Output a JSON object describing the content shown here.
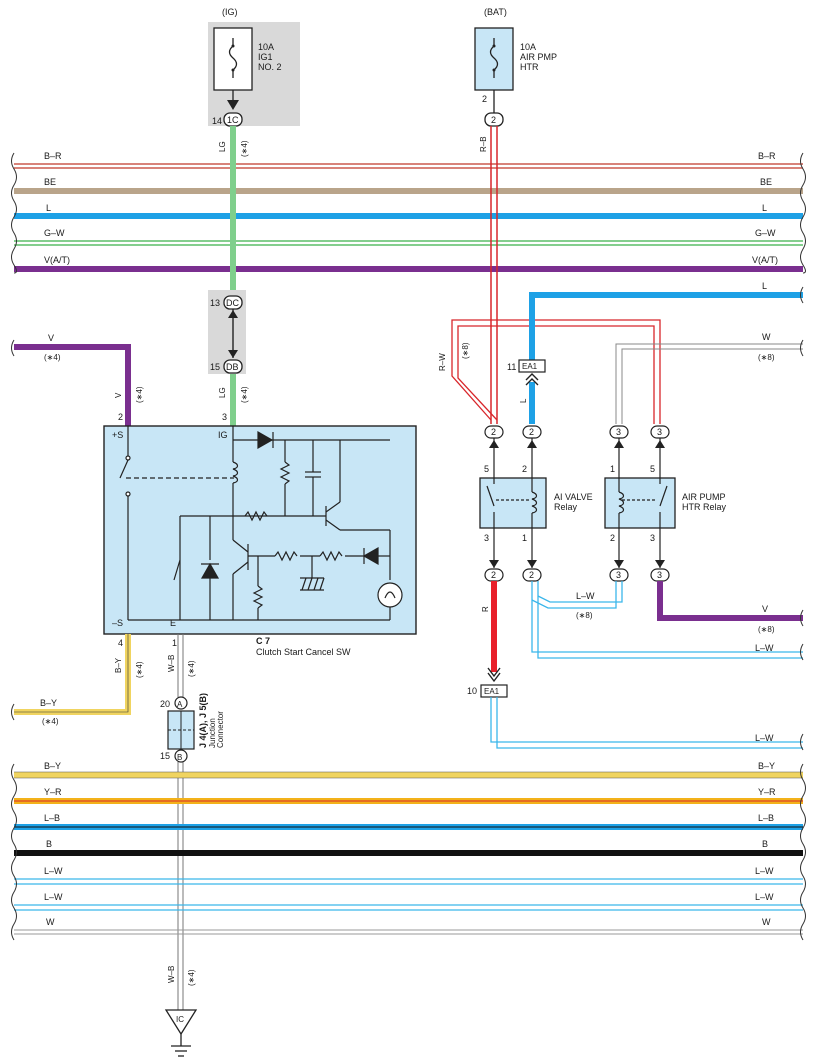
{
  "top_sources": {
    "ig": {
      "header": "(IG)",
      "amp": "10A",
      "name1": "IG1",
      "name2": "NO. 2",
      "pin": "14",
      "conn": "1C"
    },
    "bat": {
      "header": "(BAT)",
      "amp": "10A",
      "name1": "AIR PMP",
      "name2": "HTR",
      "pin": "2",
      "conn": "2"
    }
  },
  "wire_labels": {
    "lg": "LG",
    "rb": "R–B",
    "rw": "R–W",
    "l": "L",
    "w": "W",
    "v": "V",
    "r": "R",
    "lw": "L–W",
    "by": "B–Y",
    "wb": "W–B",
    "star4": "(∗4)",
    "star8": "(∗8)"
  },
  "buses_top": [
    {
      "label": "B–R",
      "color": "#c0392b"
    },
    {
      "label": "BE",
      "color": "#b9a48a"
    },
    {
      "label": "L",
      "color": "#1ea1e6"
    },
    {
      "label": "G–W",
      "color": "#3bb04a"
    },
    {
      "label": "V(A/T)",
      "color": "#7a2f8f"
    }
  ],
  "buses_bottom": [
    {
      "label": "B–Y",
      "color": "#f0d460"
    },
    {
      "label": "Y–R",
      "color": "#f3b21a"
    },
    {
      "label": "L–B",
      "color": "#1ea1e6"
    },
    {
      "label": "B",
      "color": "#111111"
    },
    {
      "label": "L–W",
      "color": "#3bb6ea"
    },
    {
      "label": "L–W",
      "color": "#3bb6ea"
    },
    {
      "label": "W",
      "color": "#9a9a9a"
    }
  ],
  "connectors": {
    "dc": {
      "pin": "13",
      "conn": "DC"
    },
    "db": {
      "pin": "15",
      "conn": "DB"
    },
    "ea1_top": {
      "pin": "11",
      "conn": "EA1"
    },
    "ea1_bottom": {
      "pin": "10",
      "conn": "EA1"
    },
    "j4": {
      "pin": "20",
      "conn": "A"
    },
    "j5": {
      "pin": "15",
      "conn": "B"
    }
  },
  "switch": {
    "id": "C 7",
    "name": "Clutch Start Cancel SW",
    "term_s_plus": "+S",
    "term_ig": "IG",
    "term_s_minus": "–S",
    "term_e": "E",
    "pin_2": "2",
    "pin_3": "3",
    "pin_4": "4",
    "pin_1": "1"
  },
  "relays": {
    "ai_valve": {
      "name1": "AI VALVE",
      "name2": "Relay",
      "p5": "5",
      "p2": "2",
      "p3": "3",
      "p1": "1"
    },
    "air_pump": {
      "name1": "AIR PUMP",
      "name2": "HTR Relay",
      "p1": "1",
      "p5": "5",
      "p2": "2",
      "p3": "3"
    }
  },
  "pin_bubbles": {
    "two": "2",
    "three": "3"
  },
  "junction": {
    "name1": "J 4(A), J 5(B)",
    "name2": "Junction",
    "name3": "Connector"
  },
  "ground": {
    "label": "IC"
  }
}
